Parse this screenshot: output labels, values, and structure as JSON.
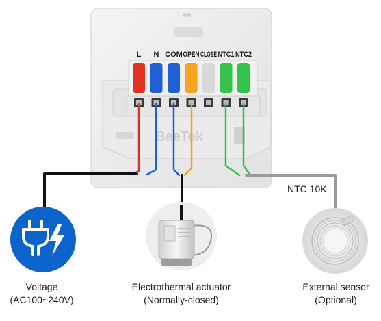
{
  "terminals": [
    {
      "label": "L",
      "color": "#e0321e"
    },
    {
      "label": "N",
      "color": "#1f5fd6"
    },
    {
      "label": "COM",
      "color": "#1f5fd6"
    },
    {
      "label": "OPEN",
      "color": "#f5a21e"
    },
    {
      "label": "CLOSE",
      "color": "#d9d9d9"
    },
    {
      "label": "NTC1",
      "color": "#33c24a"
    },
    {
      "label": "NTC2",
      "color": "#33c24a"
    }
  ],
  "sensor_spec": "NTC 10K",
  "watermark": "BeeTek",
  "components": {
    "voltage": {
      "line1": "Voltage",
      "line2": "(AC100~240V)",
      "icon": "plug-lightning-icon",
      "color": "#0c63c9"
    },
    "actuator": {
      "line1": "Electrothermal actuator",
      "line2": "(Normally-closed)"
    },
    "sensor": {
      "line1": "External sensor",
      "line2": "(Optional)"
    }
  },
  "wire_colors": {
    "live": "#e0321e",
    "neutral": "#1f5fd6",
    "open": "#f5a21e",
    "ntc": "#33c24a",
    "main": "#111111",
    "sensor_cable": "#9a9a9a"
  }
}
